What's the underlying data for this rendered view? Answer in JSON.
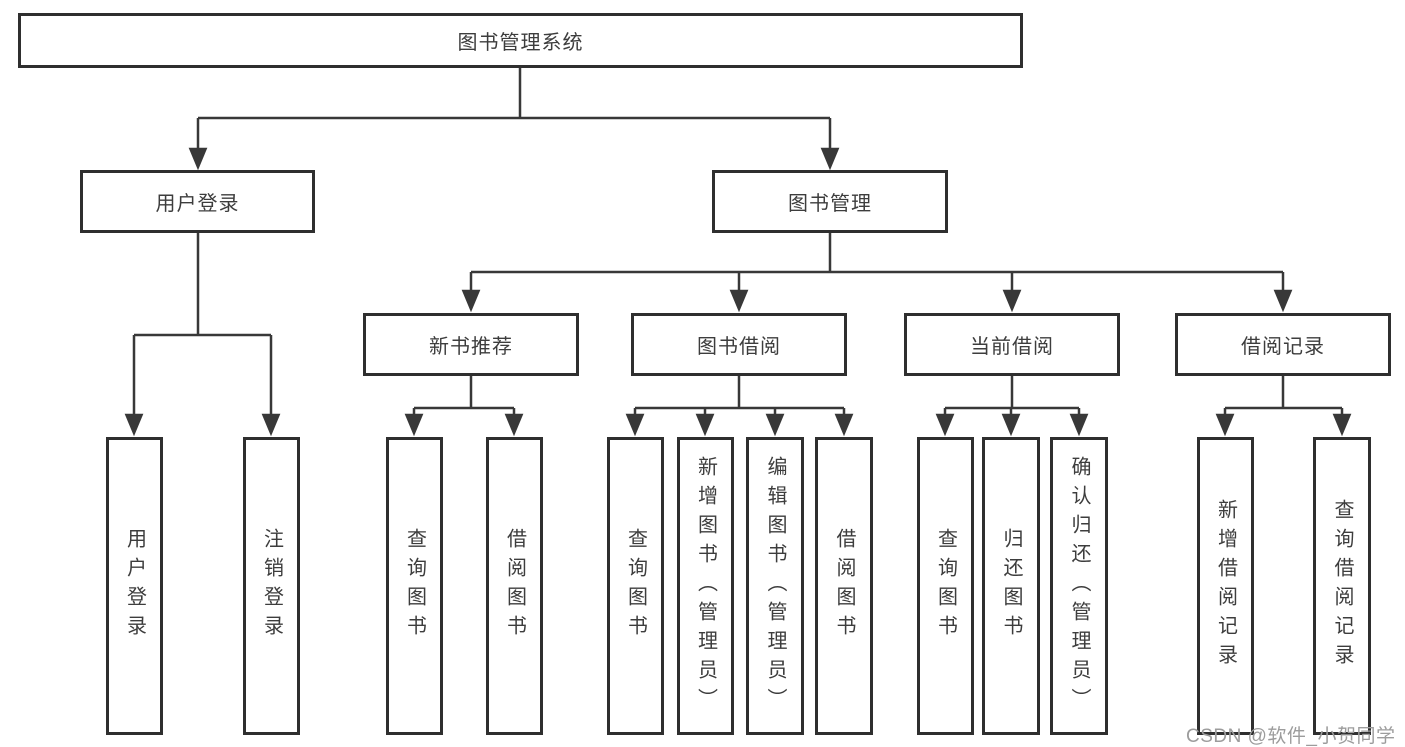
{
  "colors": {
    "background": "#ffffff",
    "box_border": "#2f2f2f",
    "connector_line": "#383838",
    "node_text": "#3d3d3d",
    "watermark_text": "#9c9c9c"
  },
  "diagram": {
    "root": {
      "label": "图书管理系统"
    },
    "branches": [
      {
        "label": "用户登录",
        "children": [
          {
            "label": "用户登录"
          },
          {
            "label": "注销登录"
          }
        ]
      },
      {
        "label": "图书管理",
        "children": [
          {
            "label": "新书推荐",
            "children": [
              {
                "label": "查询图书"
              },
              {
                "label": "借阅图书"
              }
            ]
          },
          {
            "label": "图书借阅",
            "children": [
              {
                "label": "查询图书"
              },
              {
                "label": "新增图书（管理员）"
              },
              {
                "label": "编辑图书（管理员）"
              },
              {
                "label": "借阅图书"
              }
            ]
          },
          {
            "label": "当前借阅",
            "children": [
              {
                "label": "查询图书"
              },
              {
                "label": "归还图书"
              },
              {
                "label": "确认归还（管理员）"
              }
            ]
          },
          {
            "label": "借阅记录",
            "children": [
              {
                "label": "新增借阅记录"
              },
              {
                "label": "查询借阅记录"
              }
            ]
          }
        ]
      }
    ]
  },
  "watermark": {
    "text": "CSDN @软件_小贺同学"
  }
}
